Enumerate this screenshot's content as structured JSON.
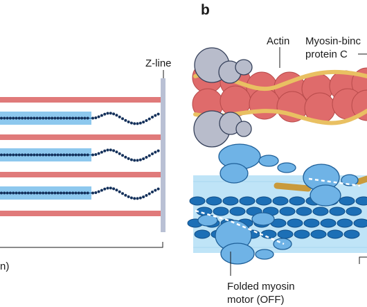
{
  "panel_label": "b",
  "labels": {
    "z_line": "Z-line",
    "actin": "Actin",
    "mybpc_line1": "Myosin-binc",
    "mybpc_line2": "protein C",
    "left_fragment": "n)",
    "folded_line1": "Folded myosin",
    "folded_line2": "motor (OFF)"
  },
  "colors": {
    "thin_filament": "#e07a7a",
    "thick_filament": "#8dc8ee",
    "titin_chain": "#13305a",
    "z_line": "#b9c0d4",
    "actin_subunit": "#df6b6b",
    "tropomyosin": "#e9c062",
    "myosin_head_bound": "#b8bccb",
    "myosin_head_folded": "#6fb3e6",
    "thick_backbone": "#bfe4f7",
    "mybpc": "#c99a3c",
    "backbone_rod": "#1c6fb6"
  }
}
